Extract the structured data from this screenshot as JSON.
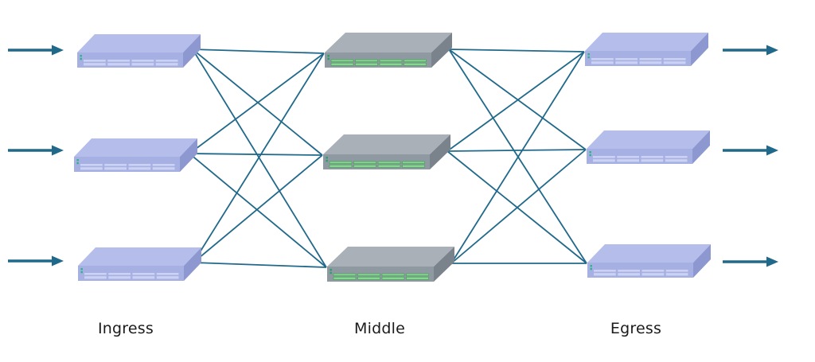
{
  "diagram": {
    "type": "clos-network-3-stage",
    "stage_labels": {
      "ingress": "Ingress",
      "middle": "Middle",
      "egress": "Egress"
    },
    "nodes": [
      {
        "id": "ingress-1",
        "stage": "ingress",
        "kind": "blue"
      },
      {
        "id": "ingress-2",
        "stage": "ingress",
        "kind": "blue"
      },
      {
        "id": "ingress-3",
        "stage": "ingress",
        "kind": "blue"
      },
      {
        "id": "middle-1",
        "stage": "middle",
        "kind": "gray"
      },
      {
        "id": "middle-2",
        "stage": "middle",
        "kind": "gray"
      },
      {
        "id": "middle-3",
        "stage": "middle",
        "kind": "gray"
      },
      {
        "id": "egress-1",
        "stage": "egress",
        "kind": "blue"
      },
      {
        "id": "egress-2",
        "stage": "egress",
        "kind": "blue"
      },
      {
        "id": "egress-3",
        "stage": "egress",
        "kind": "blue"
      }
    ],
    "edges": [
      {
        "from": "ingress-1",
        "to": "middle-1"
      },
      {
        "from": "ingress-1",
        "to": "middle-2"
      },
      {
        "from": "ingress-1",
        "to": "middle-3"
      },
      {
        "from": "ingress-2",
        "to": "middle-1"
      },
      {
        "from": "ingress-2",
        "to": "middle-2"
      },
      {
        "from": "ingress-2",
        "to": "middle-3"
      },
      {
        "from": "ingress-3",
        "to": "middle-1"
      },
      {
        "from": "ingress-3",
        "to": "middle-2"
      },
      {
        "from": "ingress-3",
        "to": "middle-3"
      },
      {
        "from": "middle-1",
        "to": "egress-1"
      },
      {
        "from": "middle-1",
        "to": "egress-2"
      },
      {
        "from": "middle-1",
        "to": "egress-3"
      },
      {
        "from": "middle-2",
        "to": "egress-1"
      },
      {
        "from": "middle-2",
        "to": "egress-2"
      },
      {
        "from": "middle-2",
        "to": "egress-3"
      },
      {
        "from": "middle-3",
        "to": "egress-1"
      },
      {
        "from": "middle-3",
        "to": "egress-2"
      },
      {
        "from": "middle-3",
        "to": "egress-3"
      }
    ],
    "external_arrows": {
      "input_count": 3,
      "output_count": 3
    },
    "colors": {
      "background": "#ffffff",
      "connection": "#20698a",
      "arrow": "#20698a",
      "label_text": "#1b1b1b",
      "blue_switch": {
        "top": "#b5beea",
        "front": "#a6b0e2",
        "side": "#8d97d0",
        "stripe": "#cbd2f3",
        "led": "#2ab38a"
      },
      "gray_switch": {
        "top": "#a9b0b7",
        "front": "#8f99a1",
        "side": "#7a838b",
        "stripe": "#86d890",
        "stripe_border": "#4da05e",
        "led": "#23a06b"
      }
    }
  }
}
